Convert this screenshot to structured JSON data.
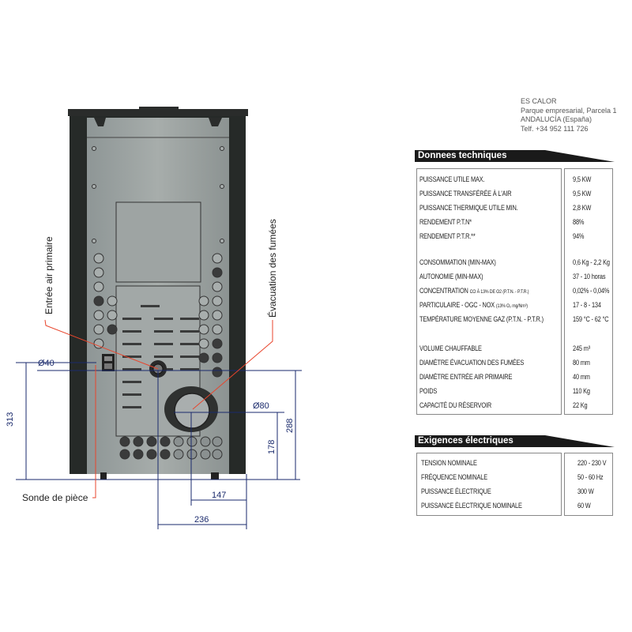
{
  "company": {
    "name": "ES CALOR",
    "address": "Parque empresarial, Parcela 1",
    "region": "ANDALUCÍA (España)",
    "phone": "Telf. +34 952 111 726"
  },
  "diagram": {
    "labels": {
      "air_inlet": "Entrée air primaire",
      "exhaust": "Évacuation des fumées",
      "room_probe": "Sonde de pièce"
    },
    "dimensions": {
      "d40": "Ø40",
      "d80": "Ø80",
      "h313": "313",
      "h288": "288",
      "h178": "178",
      "w147": "147",
      "w236": "236"
    }
  },
  "tech": {
    "title": "Donnees techniques",
    "groups": [
      [
        {
          "label": "PUISSANCE UTILE MAX.",
          "value": "9,5 KW"
        },
        {
          "label": "PUISSANCE TRANSFÉRÉE À L'AIR",
          "value": "9,5 KW"
        },
        {
          "label": "PUISSANCE THERMIQUE UTILE MIN.",
          "value": "2,8 KW"
        },
        {
          "label": "RENDEMENT P.T.N*",
          "value": "88%"
        },
        {
          "label": "RENDEMENT P.T.R.**",
          "value": "94%"
        }
      ],
      [
        {
          "label": "CONSOMMATION (MIN-MAX)",
          "value": "0,6 Kg - 2,2 Kg"
        },
        {
          "label": "AUTONOMIE (MIN-MAX)",
          "value": "37 - 10 horas"
        },
        {
          "label": "CONCENTRATION",
          "note": "CO À 13% DE O2 (P.T.N. - P.T.R.)",
          "value": "0,02% - 0,04%"
        },
        {
          "label": "PARTICULAIRE - OGC - NOX",
          "note": "(13% O₂ mg/Nm³)",
          "value": "17 - 8 - 134"
        },
        {
          "label": "TEMPÉRATURE MOYENNE GAZ (P.T.N. - P.T.R.)",
          "value": "159 °C - 62 °C"
        }
      ],
      [
        {
          "label": "VOLUME CHAUFFABLE",
          "value": "245 m³"
        },
        {
          "label": "DIAMÈTRE ÉVACUATION DES FUMÉES",
          "value": "80 mm"
        },
        {
          "label": "DIAMÈTRE ENTRÉE AIR PRIMAIRE",
          "value": "40 mm"
        },
        {
          "label": "POIDS",
          "value": "110 Kg"
        },
        {
          "label": "CAPACITÉ DU RÉSERVOIR",
          "value": "22 Kg"
        }
      ]
    ]
  },
  "elec": {
    "title": "Exigences électriques",
    "rows": [
      {
        "label": "TENSION NOMINALE",
        "value": "220 - 230 V"
      },
      {
        "label": "FRÉQUENCE NOMINALE",
        "value": "50 - 60 Hz"
      },
      {
        "label": "PUISSANCE ÉLECTRIQUE",
        "value": "300 W"
      },
      {
        "label": "PUISSANCE ÉLECTRIQUE NOMINALE",
        "value": "60 W"
      }
    ]
  },
  "colors": {
    "dimension": "#1a2a6c",
    "leader": "#e8452c",
    "header": "#1a1a1a"
  }
}
